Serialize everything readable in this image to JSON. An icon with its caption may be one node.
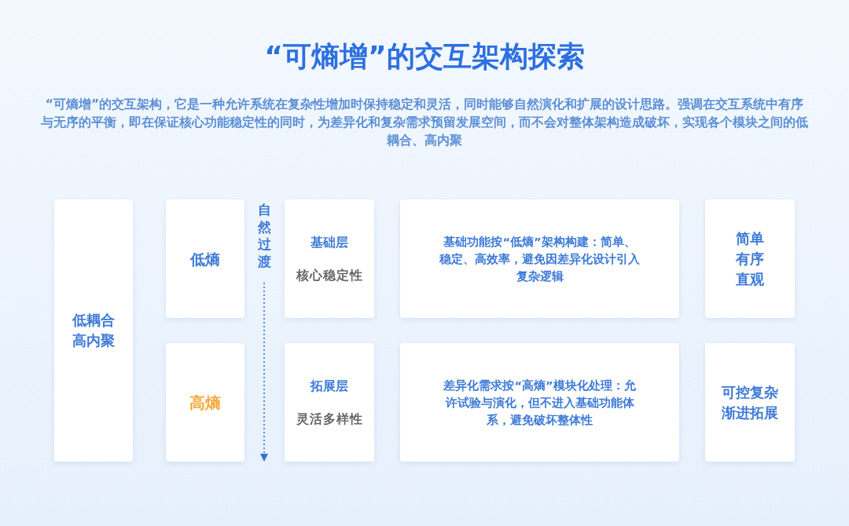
{
  "diagram": {
    "title": "“可熵增”的交互架构探索",
    "nodes": [
      {
        "text": [
          "低耦合高内聚"
        ]
      },
      {
        "text": [
          "低熵"
        ]
      },
      {
        "text": [
          "高熵"
        ]
      },
      {
        "text": [
          "基础层",
          "核心稳定性"
        ]
      },
      {
        "text": [
          "拓展层",
          "灵活多样性"
        ]
      },
      {
        "text": [
          "基础功能按“低熵”架构构建：简单、稳定、高效率，避免因差异化设计引入复杂逻辑"
        ]
      },
      {
        "text": [
          "差异化需求按“高熵”模块化处理：允许试验与演化，但不进入基础功能体系，避免破坏整体性"
        ]
      },
      {
        "text": [
          "简单有序直观"
        ]
      },
      {
        "text": [
          "可控复杂渐进拓展"
        ]
      }
    ],
    "labels": [
      "“可熵增”的交互架构，它是一种允许系统在复杂性增加时保持稳定和灵活，同时能够自然演化和扩展的设计思路。强调在交互系统中有序与无序的平衡，即在保证核心功能稳定性的同时，为差异化和复杂需求预留发展空间，而不会对整体架构造成破坏，实现各个模块之间的低耦合、高内聚",
      "自然过渡"
    ]
  }
}
